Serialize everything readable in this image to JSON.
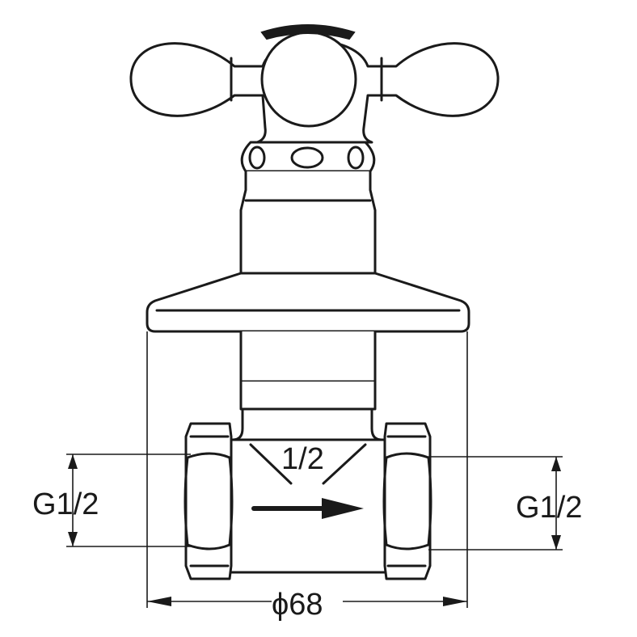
{
  "drawing": {
    "left_port_label": "G1/2",
    "right_port_label": "G1/2",
    "body_size_label": "1/2",
    "diameter_label": "ϕ68",
    "flow_direction": "left-to-right"
  },
  "colors": {
    "line": "#1a1a1a",
    "background": "#ffffff"
  }
}
